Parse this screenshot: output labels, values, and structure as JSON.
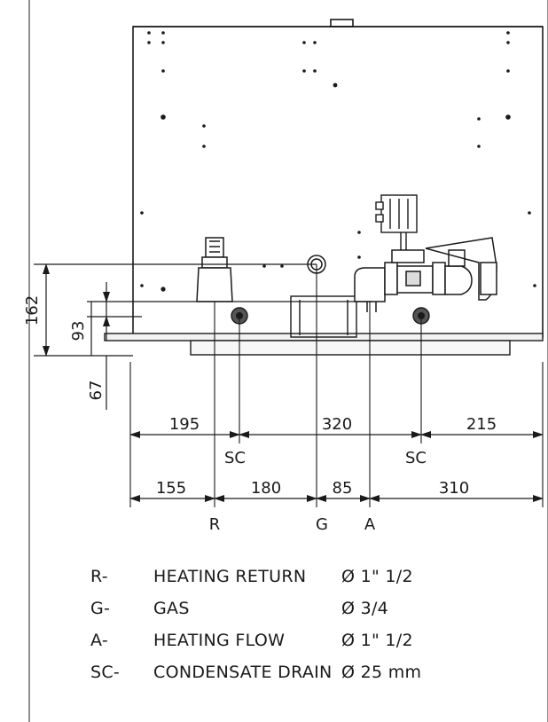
{
  "dimensions": {
    "side": [
      "162",
      "93",
      "67"
    ],
    "upper_row": [
      "195",
      "320",
      "215"
    ],
    "upper_markers": [
      "SC",
      "SC"
    ],
    "lower_row": [
      "155",
      "180",
      "85",
      "310"
    ],
    "lower_markers": [
      "R",
      "G",
      "A"
    ]
  },
  "legend": [
    {
      "code": "R-",
      "description": "HEATING RETURN",
      "size": "Ø 1\" 1/2"
    },
    {
      "code": "G-",
      "description": "GAS",
      "size": "Ø 3/4"
    },
    {
      "code": "A-",
      "description": "HEATING FLOW",
      "size": "Ø 1\" 1/2"
    },
    {
      "code": "SC-",
      "description": "CONDENSATE DRAIN",
      "size": "Ø 25 mm"
    }
  ],
  "colors": {
    "line": "#1a1a1a",
    "background": "#ffffff"
  }
}
